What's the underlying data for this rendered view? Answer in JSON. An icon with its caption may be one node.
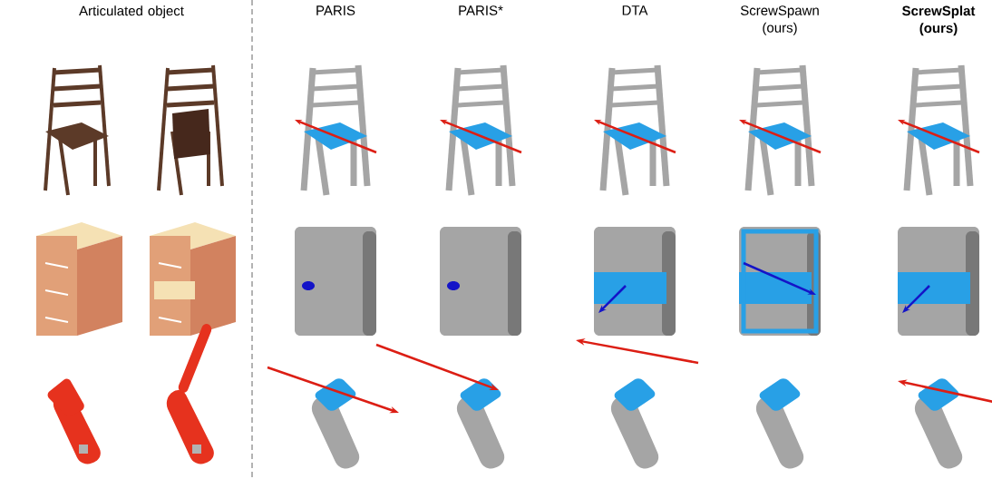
{
  "diagram": {
    "labels": [
      "Articulated object",
      "PARIS",
      "PARIS*",
      "DTA",
      "ScrewSpawn (ours)",
      "ScrewSplat (ours)"
    ]
  }
}
